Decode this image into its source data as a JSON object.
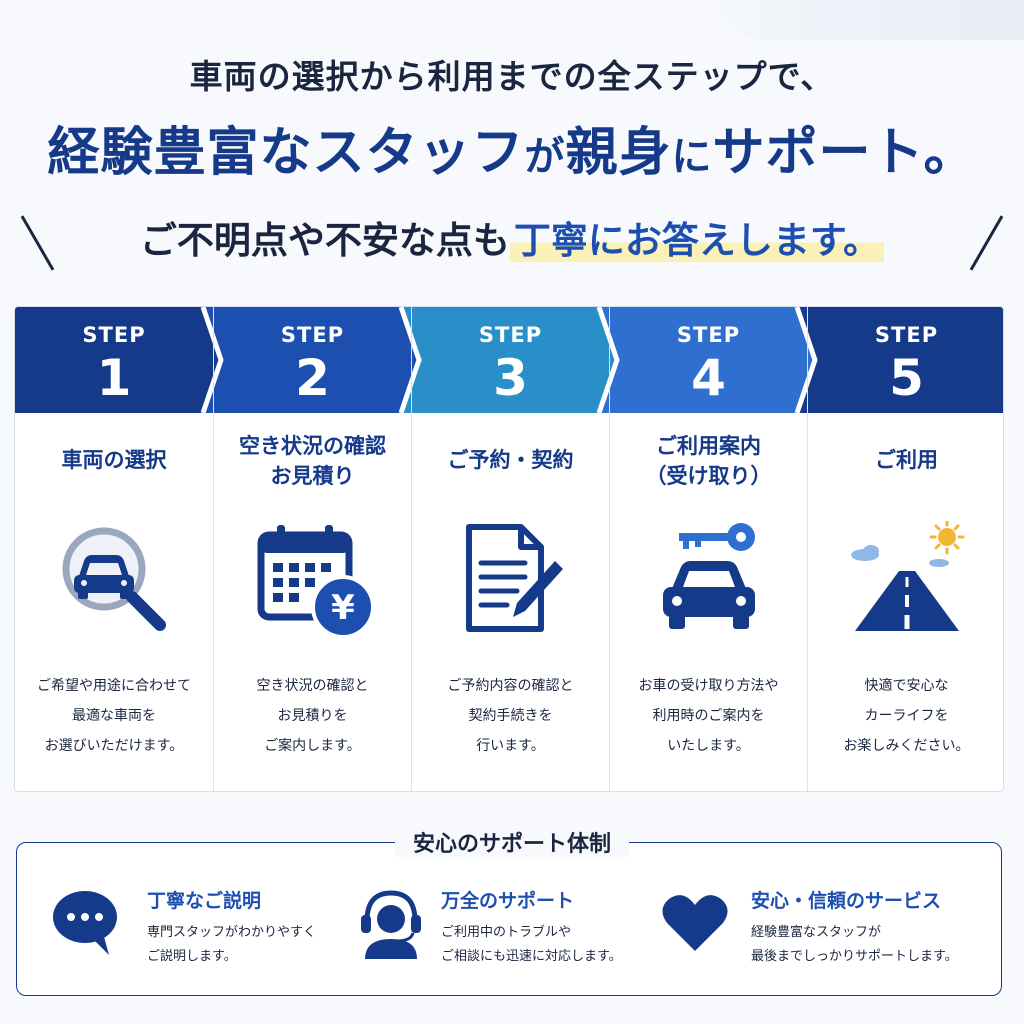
{
  "header": {
    "line1": "車両の選択から利用までの全ステップで、",
    "line2_a": "経験豊富なスタッフ",
    "line2_b": "が",
    "line2_c": "親身",
    "line2_d": "に",
    "line2_e": "サポート。",
    "line3_a": "ご不明点や不安な点も",
    "line3_b": "丁寧にお答えします。"
  },
  "steps": [
    {
      "label": "STEP",
      "number": "1",
      "title_l1": "車両の選択",
      "title_l2": "",
      "icon": "magnifier-car-icon",
      "desc_l1": "ご希望や用途に合わせて",
      "desc_l2": "最適な車両を",
      "desc_l3": "お選びいただけます。",
      "color": "#163a8a"
    },
    {
      "label": "STEP",
      "number": "2",
      "title_l1": "空き状況の確認",
      "title_l2": "お見積り",
      "icon": "calendar-yen-icon",
      "desc_l1": "空き状況の確認と",
      "desc_l2": "お見積りを",
      "desc_l3": "ご案内します。",
      "color": "#1d4fb0"
    },
    {
      "label": "STEP",
      "number": "3",
      "title_l1": "ご予約・契約",
      "title_l2": "",
      "icon": "document-pen-icon",
      "desc_l1": "ご予約内容の確認と",
      "desc_l2": "契約手続きを",
      "desc_l3": "行います。",
      "color": "#2a8fc9"
    },
    {
      "label": "STEP",
      "number": "4",
      "title_l1": "ご利用案内",
      "title_l2": "（受け取り）",
      "icon": "key-car-icon",
      "desc_l1": "お車の受け取り方法や",
      "desc_l2": "利用時のご案内を",
      "desc_l3": "いたします。",
      "color": "#2f6fd0"
    },
    {
      "label": "STEP",
      "number": "5",
      "title_l1": "ご利用",
      "title_l2": "",
      "icon": "road-sun-icon",
      "desc_l1": "快適で安心な",
      "desc_l2": "カーライフを",
      "desc_l3": "お楽しみください。",
      "color": "#163a8a"
    }
  ],
  "support": {
    "title": "安心のサポート体制",
    "items": [
      {
        "title": "丁寧なご説明",
        "desc_l1": "専門スタッフがわかりやすく",
        "desc_l2": "ご説明します。",
        "icon": "speech-bubble-icon"
      },
      {
        "title": "万全のサポート",
        "desc_l1": "ご利用中のトラブルや",
        "desc_l2": "ご相談にも迅速に対応します。",
        "icon": "headset-operator-icon"
      },
      {
        "title": "安心・信頼のサービス",
        "desc_l1": "経験豊富なスタッフが",
        "desc_l2": "最後までしっかりサポートします。",
        "icon": "heart-icon"
      }
    ]
  },
  "colors": {
    "navy": "#163a8a",
    "blue": "#1d4fb0",
    "teal": "#2a8fc9",
    "mid_blue": "#2f6fd0",
    "highlight": "#fbf1b6"
  }
}
